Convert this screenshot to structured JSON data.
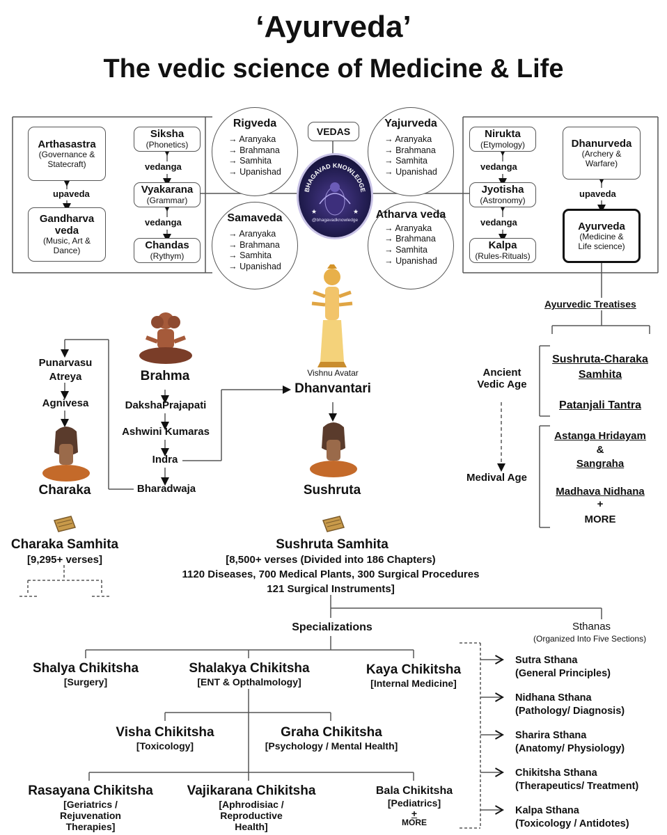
{
  "title": "‘Ayurveda’",
  "subtitle": "The vedic science of Medicine & Life",
  "vedas_label": "VEDAS",
  "logo_text": "BHAGAVAD KNOWLEDGE",
  "logo_handle": "@bhagavadknowledge",
  "vedas": [
    {
      "name": "Rigveda",
      "items": [
        "→ Aranyaka",
        "→ Brahmana",
        "→ Samhita",
        "→ Upanishad"
      ]
    },
    {
      "name": "Yajurveda",
      "items": [
        "→ Aranyaka",
        "→ Brahmana",
        "→ Samhita",
        "→ Upanishad"
      ]
    },
    {
      "name": "Samaveda",
      "items": [
        "→ Aranyaka",
        "→ Brahmana",
        "→ Samhita",
        "→ Upanishad"
      ]
    },
    {
      "name": "Atharva veda",
      "items": [
        "→ Aranyaka",
        "→ Brahmana",
        "→ Samhita",
        "→ Upanishad"
      ]
    }
  ],
  "left_upaveda": {
    "top": {
      "name": "Arthasastra",
      "desc": "(Governance & Statecraft)"
    },
    "link": "upaveda",
    "bottom": {
      "name": "Gandharva veda",
      "desc": "(Music, Art & Dance)"
    }
  },
  "left_vedanga": {
    "items": [
      {
        "name": "Siksha",
        "desc": "(Phonetics)"
      },
      {
        "name": "Vyakarana",
        "desc": "(Grammar)"
      },
      {
        "name": "Chandas",
        "desc": "(Rythym)"
      }
    ],
    "link": "vedanga"
  },
  "right_vedanga": {
    "items": [
      {
        "name": "Nirukta",
        "desc": "(Etymology)"
      },
      {
        "name": "Jyotisha",
        "desc": "(Astronomy)"
      },
      {
        "name": "Kalpa",
        "desc": "(Rules-Rituals)"
      }
    ],
    "link": "vedanga"
  },
  "right_upaveda": {
    "top": {
      "name": "Dhanurveda",
      "desc": "(Archery & Warfare)"
    },
    "link": "upaveda",
    "bottom": {
      "name": "Ayurveda",
      "desc": "(Medicine & Life science)"
    }
  },
  "treatises": {
    "heading": "Ayurvedic Treatises",
    "ancient_label": "Ancient Vedic Age",
    "medival_label": "Medival Age",
    "ancient_items": [
      "Sushruta-Charaka Samhita",
      "Patanjali Tantra"
    ],
    "medival_items": [
      "Astanga Hridayam",
      "&",
      "Sangraha",
      "Madhava Nidhana",
      "+",
      "MORE"
    ]
  },
  "lineage": {
    "vishnu_label": "Vishnu Avatar",
    "dhanvantari": "Dhanvantari",
    "brahma": "Brahma",
    "daksha": "DakshaPrajapati",
    "ashwini": "Ashwini Kumaras",
    "indra": "Indra",
    "bharadwaja": "Bharadwaja",
    "punarvasu": "Punarvasu Atreya",
    "agnivesa": "Agnivesa",
    "charaka": "Charaka",
    "sushruta": "Sushruta"
  },
  "charaka_samhita": {
    "name": "Charaka Samhita",
    "info": "[9,295+ verses]"
  },
  "sushruta_samhita": {
    "name": "Sushruta Samhita",
    "lines": [
      "[8,500+ verses (Divided into 186 Chapters)",
      "1120 Diseases, 700 Medical Plants, 300 Surgical Procedures",
      "121 Surgical Instruments]"
    ]
  },
  "specializations": {
    "heading": "Specializations",
    "items": [
      {
        "name": "Shalya Chikitsha",
        "desc": "[Surgery]"
      },
      {
        "name": "Shalakya Chikitsha",
        "desc": "[ENT & Opthalmology]"
      },
      {
        "name": "Kaya Chikitsha",
        "desc": "[Internal Medicine]"
      },
      {
        "name": "Visha Chikitsha",
        "desc": "[Toxicology]"
      },
      {
        "name": "Graha Chikitsha",
        "desc": "[Psychology / Mental Health]"
      },
      {
        "name": "Rasayana Chikitsha",
        "desc": "[Geriatrics / Rejuvenation Therapies]"
      },
      {
        "name": "Vajikarana Chikitsha",
        "desc": "[Aphrodisiac / Reproductive Health]"
      },
      {
        "name": "Bala Chikitsha",
        "desc": "[Pediatrics]"
      }
    ],
    "more_plus": "+",
    "more": "MORE"
  },
  "sthanas": {
    "heading": "Sthanas",
    "sub": "(Organized Into Five Sections)",
    "items": [
      {
        "name": "Sutra Sthana",
        "desc": "(General Principles)"
      },
      {
        "name": "Nidhana Sthana",
        "desc": "(Pathology/ Diagnosis)"
      },
      {
        "name": "Sharira Sthana",
        "desc": "(Anatomy/ Physiology)"
      },
      {
        "name": "Chikitsha Sthana",
        "desc": "(Therapeutics/ Treatment)"
      },
      {
        "name": "Kalpa Sthana",
        "desc": "(Toxicology / Antidotes)"
      }
    ]
  }
}
